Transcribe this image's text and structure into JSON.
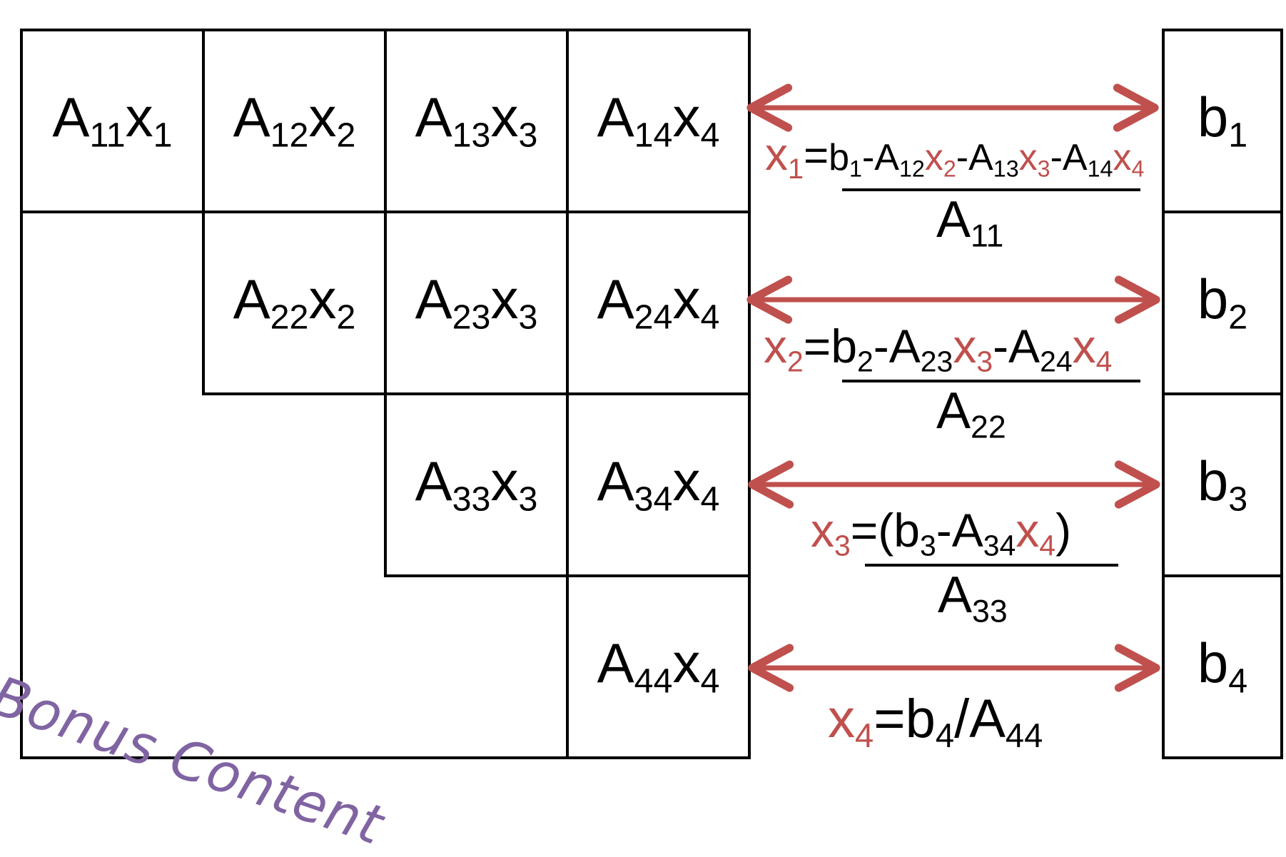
{
  "matrix": {
    "r1": [
      {
        "a": "A",
        "sub": "11",
        "x": "x",
        "xsub": "1"
      },
      {
        "a": "A",
        "sub": "12",
        "x": "x",
        "xsub": "2"
      },
      {
        "a": "A",
        "sub": "13",
        "x": "x",
        "xsub": "3"
      },
      {
        "a": "A",
        "sub": "14",
        "x": "x",
        "xsub": "4"
      }
    ],
    "r2": [
      {
        "a": "A",
        "sub": "22",
        "x": "x",
        "xsub": "2"
      },
      {
        "a": "A",
        "sub": "23",
        "x": "x",
        "xsub": "3"
      },
      {
        "a": "A",
        "sub": "24",
        "x": "x",
        "xsub": "4"
      }
    ],
    "r3": [
      {
        "a": "A",
        "sub": "33",
        "x": "x",
        "xsub": "3"
      },
      {
        "a": "A",
        "sub": "34",
        "x": "x",
        "xsub": "4"
      }
    ],
    "r4": [
      {
        "a": "A",
        "sub": "44",
        "x": "x",
        "xsub": "4"
      }
    ]
  },
  "rhs": [
    {
      "b": "b",
      "sub": "1"
    },
    {
      "b": "b",
      "sub": "2"
    },
    {
      "b": "b",
      "sub": "3"
    },
    {
      "b": "b",
      "sub": "4"
    }
  ],
  "equations": {
    "eq1": {
      "lhs": "x",
      "lhs_sub": "1",
      "equals": "=",
      "b": "b",
      "b_sub": "1",
      "t1_pre": "-A",
      "t1_sub": "12",
      "t1_x": "x",
      "t1_xsub": "2",
      "t2_pre": "-A",
      "t2_sub": "13",
      "t2_x": "x",
      "t2_xsub": "3",
      "t3_pre": "-A",
      "t3_sub": "14",
      "t3_x": "x",
      "t3_xsub": "4",
      "den": "A",
      "den_sub": "11"
    },
    "eq2": {
      "lhs": "x",
      "lhs_sub": "2",
      "equals": "=",
      "b": "b",
      "b_sub": "2",
      "t1_pre": "-A",
      "t1_sub": "23",
      "t1_x": "x",
      "t1_xsub": "3",
      "t2_pre": "-A",
      "t2_sub": "24",
      "t2_x": "x",
      "t2_xsub": "4",
      "den": "A",
      "den_sub": "22"
    },
    "eq3": {
      "lhs": "x",
      "lhs_sub": "3",
      "equals": "=(",
      "b": "b",
      "b_sub": "3",
      "t1_pre": "-A",
      "t1_sub": "34",
      "t1_x": "x",
      "t1_xsub": "4",
      "close": ")",
      "den": "A",
      "den_sub": "33"
    },
    "eq4": {
      "lhs": "x",
      "lhs_sub": "4",
      "equals": "=",
      "b": "b",
      "b_sub": "4",
      "slash": "/A",
      "den_sub": "44"
    }
  },
  "watermark": "Bonus Content",
  "colors": {
    "accent_red": "#c0504d",
    "watermark_purple": "#8064a2",
    "line": "#000000"
  }
}
